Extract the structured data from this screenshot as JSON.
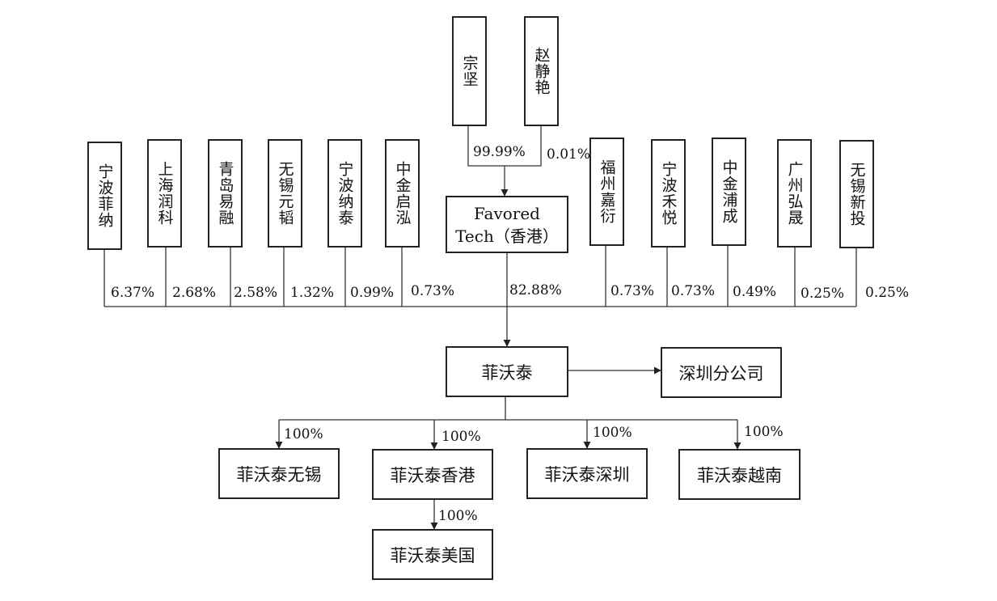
{
  "top_owners": [
    {
      "name": "宗坚",
      "pct": "99.99%"
    },
    {
      "name": "赵静艳",
      "pct": "0.01%"
    }
  ],
  "holding_hk": {
    "line1": "Favored",
    "line2": "Tech（香港）",
    "pct": "82.88%"
  },
  "shareholders": [
    {
      "name": "宁波菲纳",
      "pct": "6.37%"
    },
    {
      "name": "上海润科",
      "pct": "2.68%"
    },
    {
      "name": "青岛易融",
      "pct": "2.58%"
    },
    {
      "name": "无锡元韬",
      "pct": "1.32%"
    },
    {
      "name": "宁波纳泰",
      "pct": "0.99%"
    },
    {
      "name": "中金启泓",
      "pct": "0.73%"
    },
    {
      "name": "福州嘉衍",
      "pct": "0.73%"
    },
    {
      "name": "宁波禾悦",
      "pct": "0.73%"
    },
    {
      "name": "中金浦成",
      "pct": "0.49%"
    },
    {
      "name": "广州弘晟",
      "pct": "0.25%"
    },
    {
      "name": "无锡新投",
      "pct": "0.25%"
    }
  ],
  "company": "菲沃泰",
  "branch": "深圳分公司",
  "subsidiaries": [
    {
      "name": "菲沃泰无锡",
      "pct": "100%"
    },
    {
      "name": "菲沃泰香港",
      "pct": "100%"
    },
    {
      "name": "菲沃泰深圳",
      "pct": "100%"
    },
    {
      "name": "菲沃泰越南",
      "pct": "100%"
    }
  ],
  "grand_subsidiary": {
    "name": "菲沃泰美国",
    "pct": "100%"
  }
}
